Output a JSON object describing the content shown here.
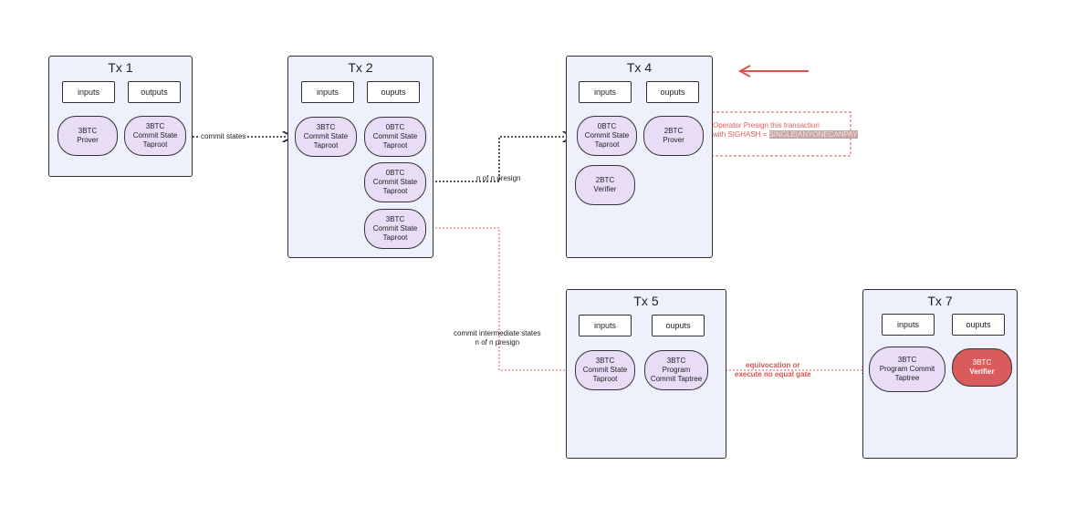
{
  "tx1": {
    "title": "Tx 1",
    "inputs": "inputs",
    "outputs": "outputs",
    "in_node": "3BTC\nProver",
    "out_node": "3BTC\nCommit State\nTaproot"
  },
  "tx2": {
    "title": "Tx 2",
    "inputs": "inputs",
    "outputs": "ouputs",
    "in_node": "3BTC\nCommit State\nTaproot",
    "out1": "0BTC\nCommit State\nTaproot",
    "out2": "0BTC\nCommit State\nTaproot",
    "out3": "3BTC\nCommit State\nTaproot"
  },
  "tx4": {
    "title": "Tx 4",
    "inputs": "inputs",
    "outputs": "ouputs",
    "in_node": "0BTC\nCommit State\nTaproot",
    "out1": "2BTC\nProver",
    "out2": "2BTC\nVerifier",
    "note_line1": "Operator Presign this transaction",
    "note_prefix": "with SIGHASH = ",
    "note_highlight": "SINGLE|ANYONECANPAY"
  },
  "tx5": {
    "title": "Tx 5",
    "inputs": "inputs",
    "outputs": "ouputs",
    "in_node": "3BTC\nCommit State\nTaproot",
    "out_node": "3BTC\nProgram\nCommit Taptree"
  },
  "tx7": {
    "title": "Tx 7",
    "inputs": "inputs",
    "outputs": "ouputs",
    "in_node": "3BTC\nProgram Commit\nTaptree",
    "out_amount": "3BTC",
    "out_label": "Verifier"
  },
  "labels": {
    "commit_states": "commit states",
    "n_of_n": "n of n presign",
    "commit_intermediate": "commit intermediate states\nn of n presign",
    "equivocation": "equivocation or\nexecute no equal gate"
  },
  "colors": {
    "box_fill": "#eef0fb",
    "node_fill": "#e8dcf7",
    "accent_red": "#d95b5b",
    "note_red": "#e05a5a"
  }
}
